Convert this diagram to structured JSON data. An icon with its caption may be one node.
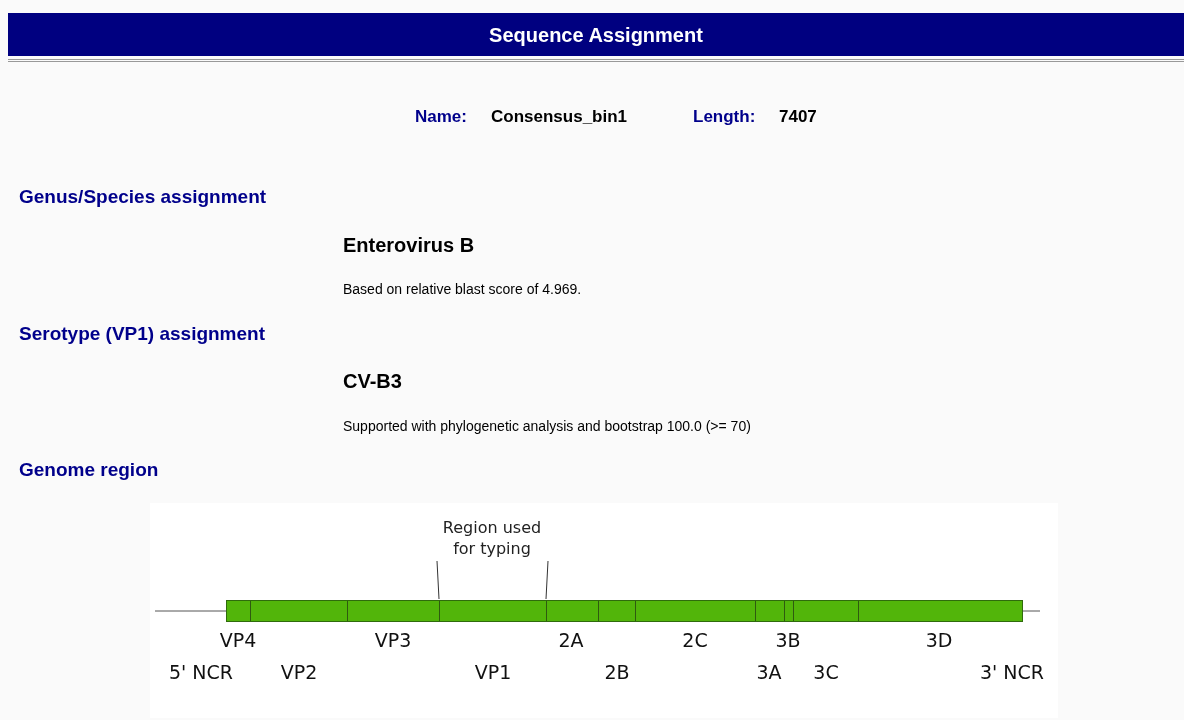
{
  "diagram": {
    "title": "Sequence Assignment",
    "nodes": [
      {
        "text": [
          "Region used for typing"
        ]
      },
      {
        "text": [],
        "shape": "bar"
      }
    ],
    "edges": [
      {
        "from": 0,
        "to": 1,
        "arrow": "none"
      },
      {
        "from": 0,
        "to": 1,
        "arrow": "none"
      }
    ],
    "labels": [
      "Name:",
      "Consensus_bin1",
      "Length:",
      "7407",
      "Genus/Species assignment",
      "Enterovirus B",
      "Based on relative blast score of 4.969.",
      "Serotype (VP1) assignment",
      "CV-B3",
      "Supported with phylogenetic analysis and bootstrap 100.0 (>= 70)",
      "Genome region",
      "VP4",
      "VP3",
      "2A",
      "2C",
      "3B",
      "3D",
      "5' NCR",
      "VP2",
      "VP1",
      "2B",
      "3A",
      "3C",
      "3' NCR"
    ]
  }
}
